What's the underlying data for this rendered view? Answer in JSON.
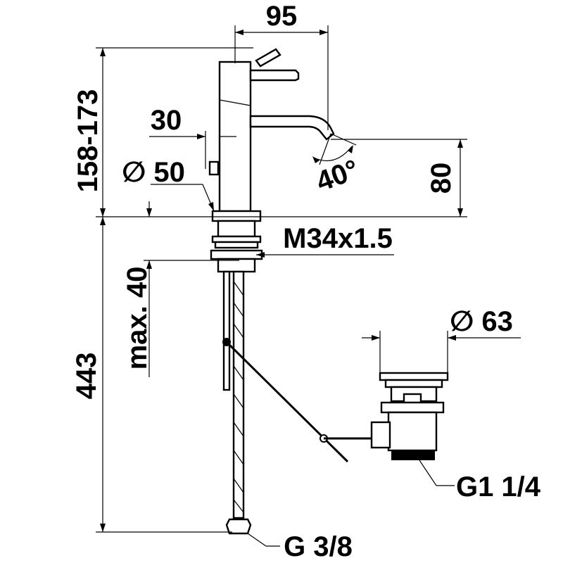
{
  "drawing": {
    "title": "",
    "dimensions": {
      "spout_reach": "95",
      "height_range": "158-173",
      "lever_offset": "30",
      "diameter_body": "∅ 50",
      "spout_height": "80",
      "spout_angle": "40°",
      "thread": "M34x1.5",
      "max_deck": "max. 40",
      "hose_length": "443",
      "waste_diameter": "∅ 63",
      "waste_thread": "G1 1/4",
      "hose_thread": "G 3/8"
    }
  }
}
